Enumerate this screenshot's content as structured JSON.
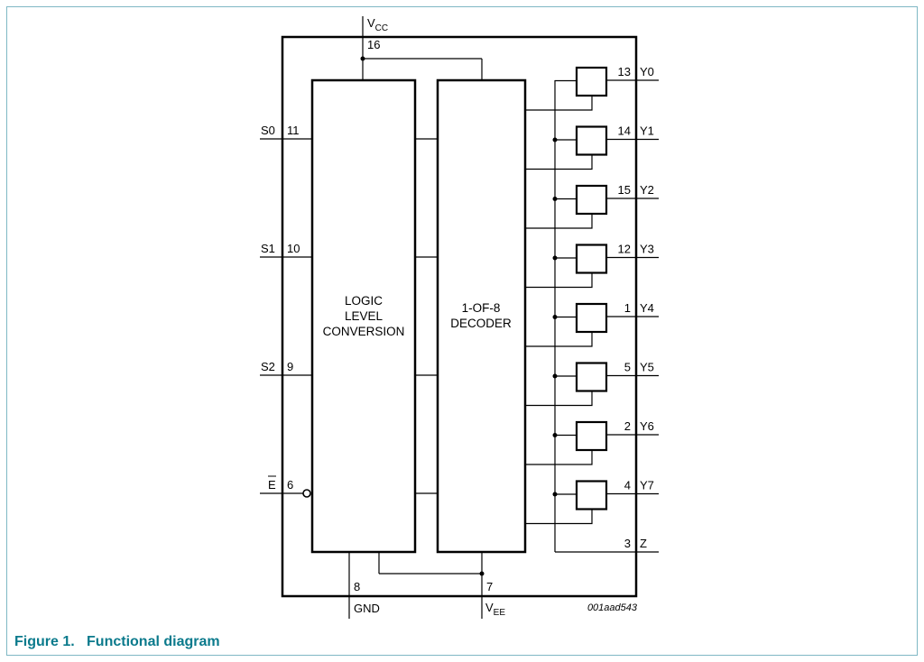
{
  "caption": {
    "number": "Figure 1.",
    "title": "Functional diagram"
  },
  "drawing_id": "001aad543",
  "supply": {
    "vcc_main": "V",
    "vcc_sub": "CC",
    "vcc_pin": "16",
    "vee_main": "V",
    "vee_sub": "EE",
    "vee_pin": "7",
    "gnd_label": "GND",
    "gnd_pin": "8"
  },
  "blocks": {
    "logic": [
      "LOGIC",
      "LEVEL",
      "CONVERSION"
    ],
    "decoder": [
      "1-OF-8",
      "DECODER"
    ]
  },
  "inputs": [
    {
      "name": "S0",
      "pin": "11"
    },
    {
      "name": "S1",
      "pin": "10"
    },
    {
      "name": "S2",
      "pin": "9"
    },
    {
      "name": "E",
      "pin": "6",
      "overbar": true
    }
  ],
  "outputs": [
    {
      "name": "Y0",
      "pin": "13"
    },
    {
      "name": "Y1",
      "pin": "14"
    },
    {
      "name": "Y2",
      "pin": "15"
    },
    {
      "name": "Y3",
      "pin": "12"
    },
    {
      "name": "Y4",
      "pin": "1"
    },
    {
      "name": "Y5",
      "pin": "5"
    },
    {
      "name": "Y6",
      "pin": "2"
    },
    {
      "name": "Y7",
      "pin": "4"
    }
  ],
  "common": {
    "name": "Z",
    "pin": "3"
  }
}
